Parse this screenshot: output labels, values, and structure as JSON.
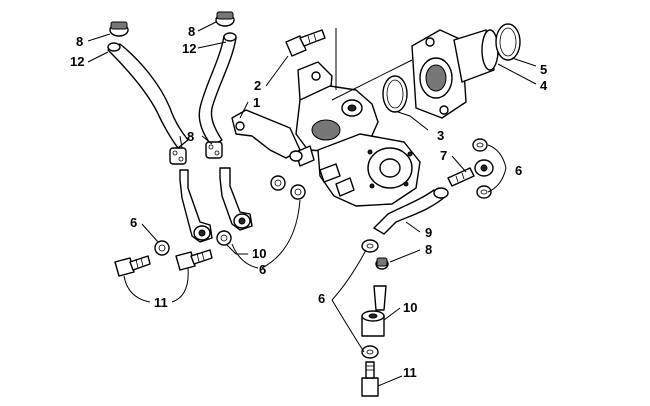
{
  "callouts": {
    "c1": "1",
    "c2": "2",
    "c3": "3",
    "c4": "4",
    "c5": "5",
    "c6a": "6",
    "c6b": "6",
    "c6c": "6",
    "c6d": "6",
    "c7": "7",
    "c8a": "8",
    "c8b": "8",
    "c8c": "8",
    "c8d": "8",
    "c9": "9",
    "c10a": "10",
    "c10b": "10",
    "c11a": "11",
    "c11b": "11",
    "c12a": "12",
    "c12b": "12"
  }
}
